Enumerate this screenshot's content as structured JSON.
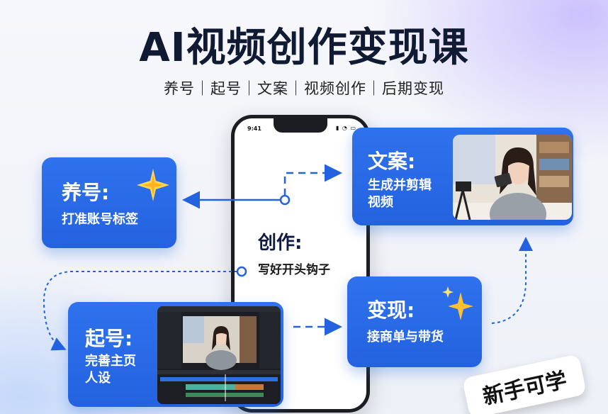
{
  "title": "AI视频创作变现课",
  "subtitle": "养号｜起号｜文案｜视频创作｜后期变现",
  "phone": {
    "time": "9:41",
    "status": "▮ ◔ ▭"
  },
  "create": {
    "heading": "创作:",
    "desc": "写好开头钩子"
  },
  "cards": {
    "yang": {
      "heading": "养号:",
      "desc": "打准账号标签"
    },
    "wen": {
      "heading": "文案:",
      "desc_line1": "生成并剪辑",
      "desc_line2": "视频"
    },
    "bian": {
      "heading": "变现:",
      "desc": "接商单与带货"
    },
    "qi": {
      "heading": "起号:",
      "desc_line1": "完善主页",
      "desc_line2": "人设"
    }
  },
  "badge": "新手可学",
  "colors": {
    "accent": "#2f72ee",
    "title": "#111a33",
    "arrow": "#2462df"
  }
}
